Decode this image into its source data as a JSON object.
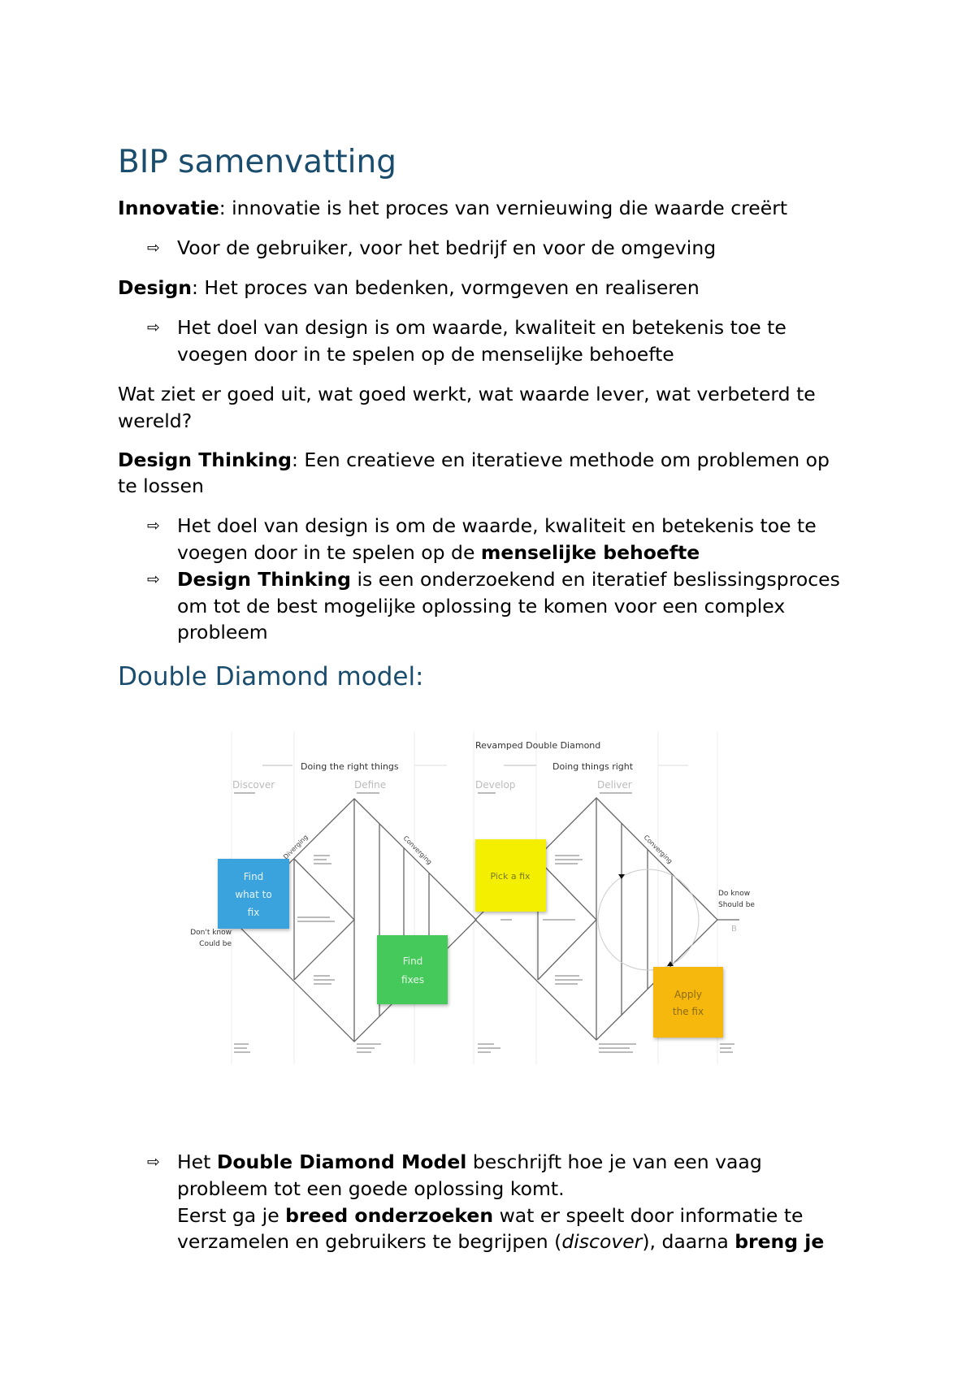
{
  "title": "BIP samenvatting",
  "innovatie": {
    "term": "Innovatie",
    "def": ": innovatie is het proces van vernieuwing die waarde creërt",
    "bullet": "Voor de gebruiker, voor het bedrijf en voor de omgeving"
  },
  "design": {
    "term": "Design",
    "def": ": Het proces van bedenken, vormgeven en realiseren",
    "bullet_lines": [
      "Het doel van design is om waarde, kwaliteit en betekenis toe te",
      "voegen door in te spelen op de menselijke behoefte"
    ]
  },
  "question_lines": [
    "Wat ziet er goed uit, wat goed werkt, wat waarde lever, wat verbeterd te",
    "wereld?"
  ],
  "design_thinking": {
    "term": "Design Thinking",
    "def_lines": [
      ": Een creatieve en iteratieve methode om problemen op",
      "te lossen"
    ],
    "bullet1_lines": [
      "Het doel van design is om de waarde, kwaliteit en betekenis toe te",
      "voegen door in te spelen op de ",
      "menselijke behoefte"
    ],
    "bullet2": {
      "bold": "Design Thinking",
      "lines": [
        " is een onderzoekend en iteratief beslissingsproces",
        "om tot de best mogelijke oplossing te komen voor een complex",
        "probleem"
      ]
    }
  },
  "double_diamond_heading": "Double Diamond model:",
  "diagram": {
    "title": "Revamped Double Diamond",
    "left_header": "Doing the right things",
    "right_header": "Doing things right",
    "phases": [
      "Discover",
      "Define",
      "Develop",
      "Deliver"
    ],
    "diverging": "Diverging",
    "converging": "Converging",
    "left_labels": [
      "Don't know",
      "Could be"
    ],
    "right_labels": [
      "Do know",
      "Should be"
    ],
    "end_marker": "B",
    "notes": [
      {
        "label_lines": [
          "Find",
          "what to",
          "fix"
        ],
        "color": "#3aa3dd"
      },
      {
        "label_lines": [
          "Find",
          "fixes"
        ],
        "color": "#45c95a"
      },
      {
        "label_lines": [
          "Pick a fix"
        ],
        "color": "#f4ee00"
      },
      {
        "label_lines": [
          "Apply",
          "the fix"
        ],
        "color": "#f6b80c"
      }
    ]
  },
  "final_bullet": {
    "l1": [
      "Het ",
      "Double Diamond Model",
      " beschrijft hoe je van een vaag"
    ],
    "l2": "probleem tot een goede oplossing komt.",
    "l3": [
      "Eerst ga je ",
      "breed onderzoeken",
      " wat er speelt door informatie te"
    ],
    "l4": [
      "verzamelen en gebruikers te begrijpen (",
      "discover",
      "), daarna ",
      "breng je"
    ]
  },
  "bullet_icon": "⇨",
  "colors": {
    "heading": "#1a4c6e"
  }
}
